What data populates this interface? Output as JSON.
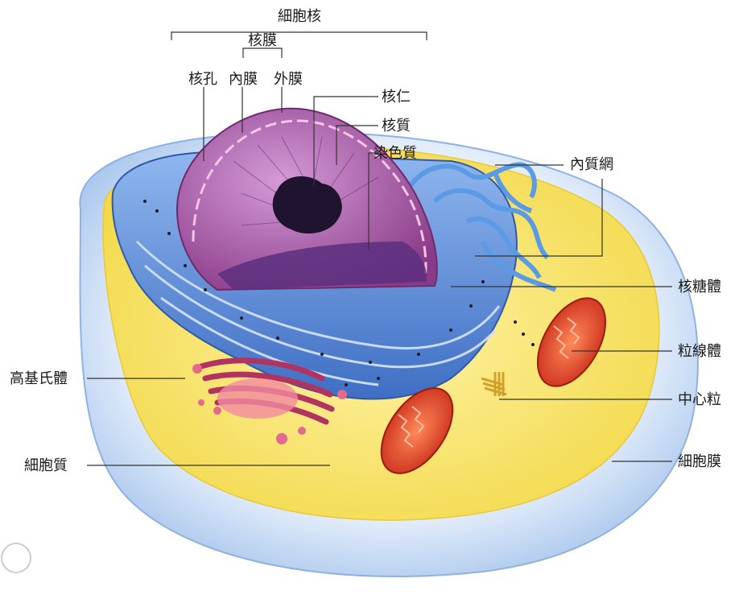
{
  "labels": {
    "cell_nucleus": "細胞核",
    "nuclear_envelope": "核膜",
    "nuclear_pore": "核孔",
    "inner_membrane": "內膜",
    "outer_membrane": "外膜",
    "nucleolus": "核仁",
    "nucleoplasm": "核質",
    "chromatin": "染色質",
    "endoplasmic_reticulum": "內質網",
    "ribosome": "核糖體",
    "mitochondrion": "粒線體",
    "centriole": "中心粒",
    "cell_membrane": "細胞膜",
    "golgi": "高基氏體",
    "cytoplasm": "細胞質"
  },
  "colors": {
    "membrane": "#cfe0f4",
    "cytoplasm": "#f5e27a",
    "er": "#5b8fd8",
    "nucleus": "#9c4e9a",
    "nucleolus": "#2a1a3a",
    "mitochondria": "#e0462e",
    "golgi": "#c23a6a"
  }
}
